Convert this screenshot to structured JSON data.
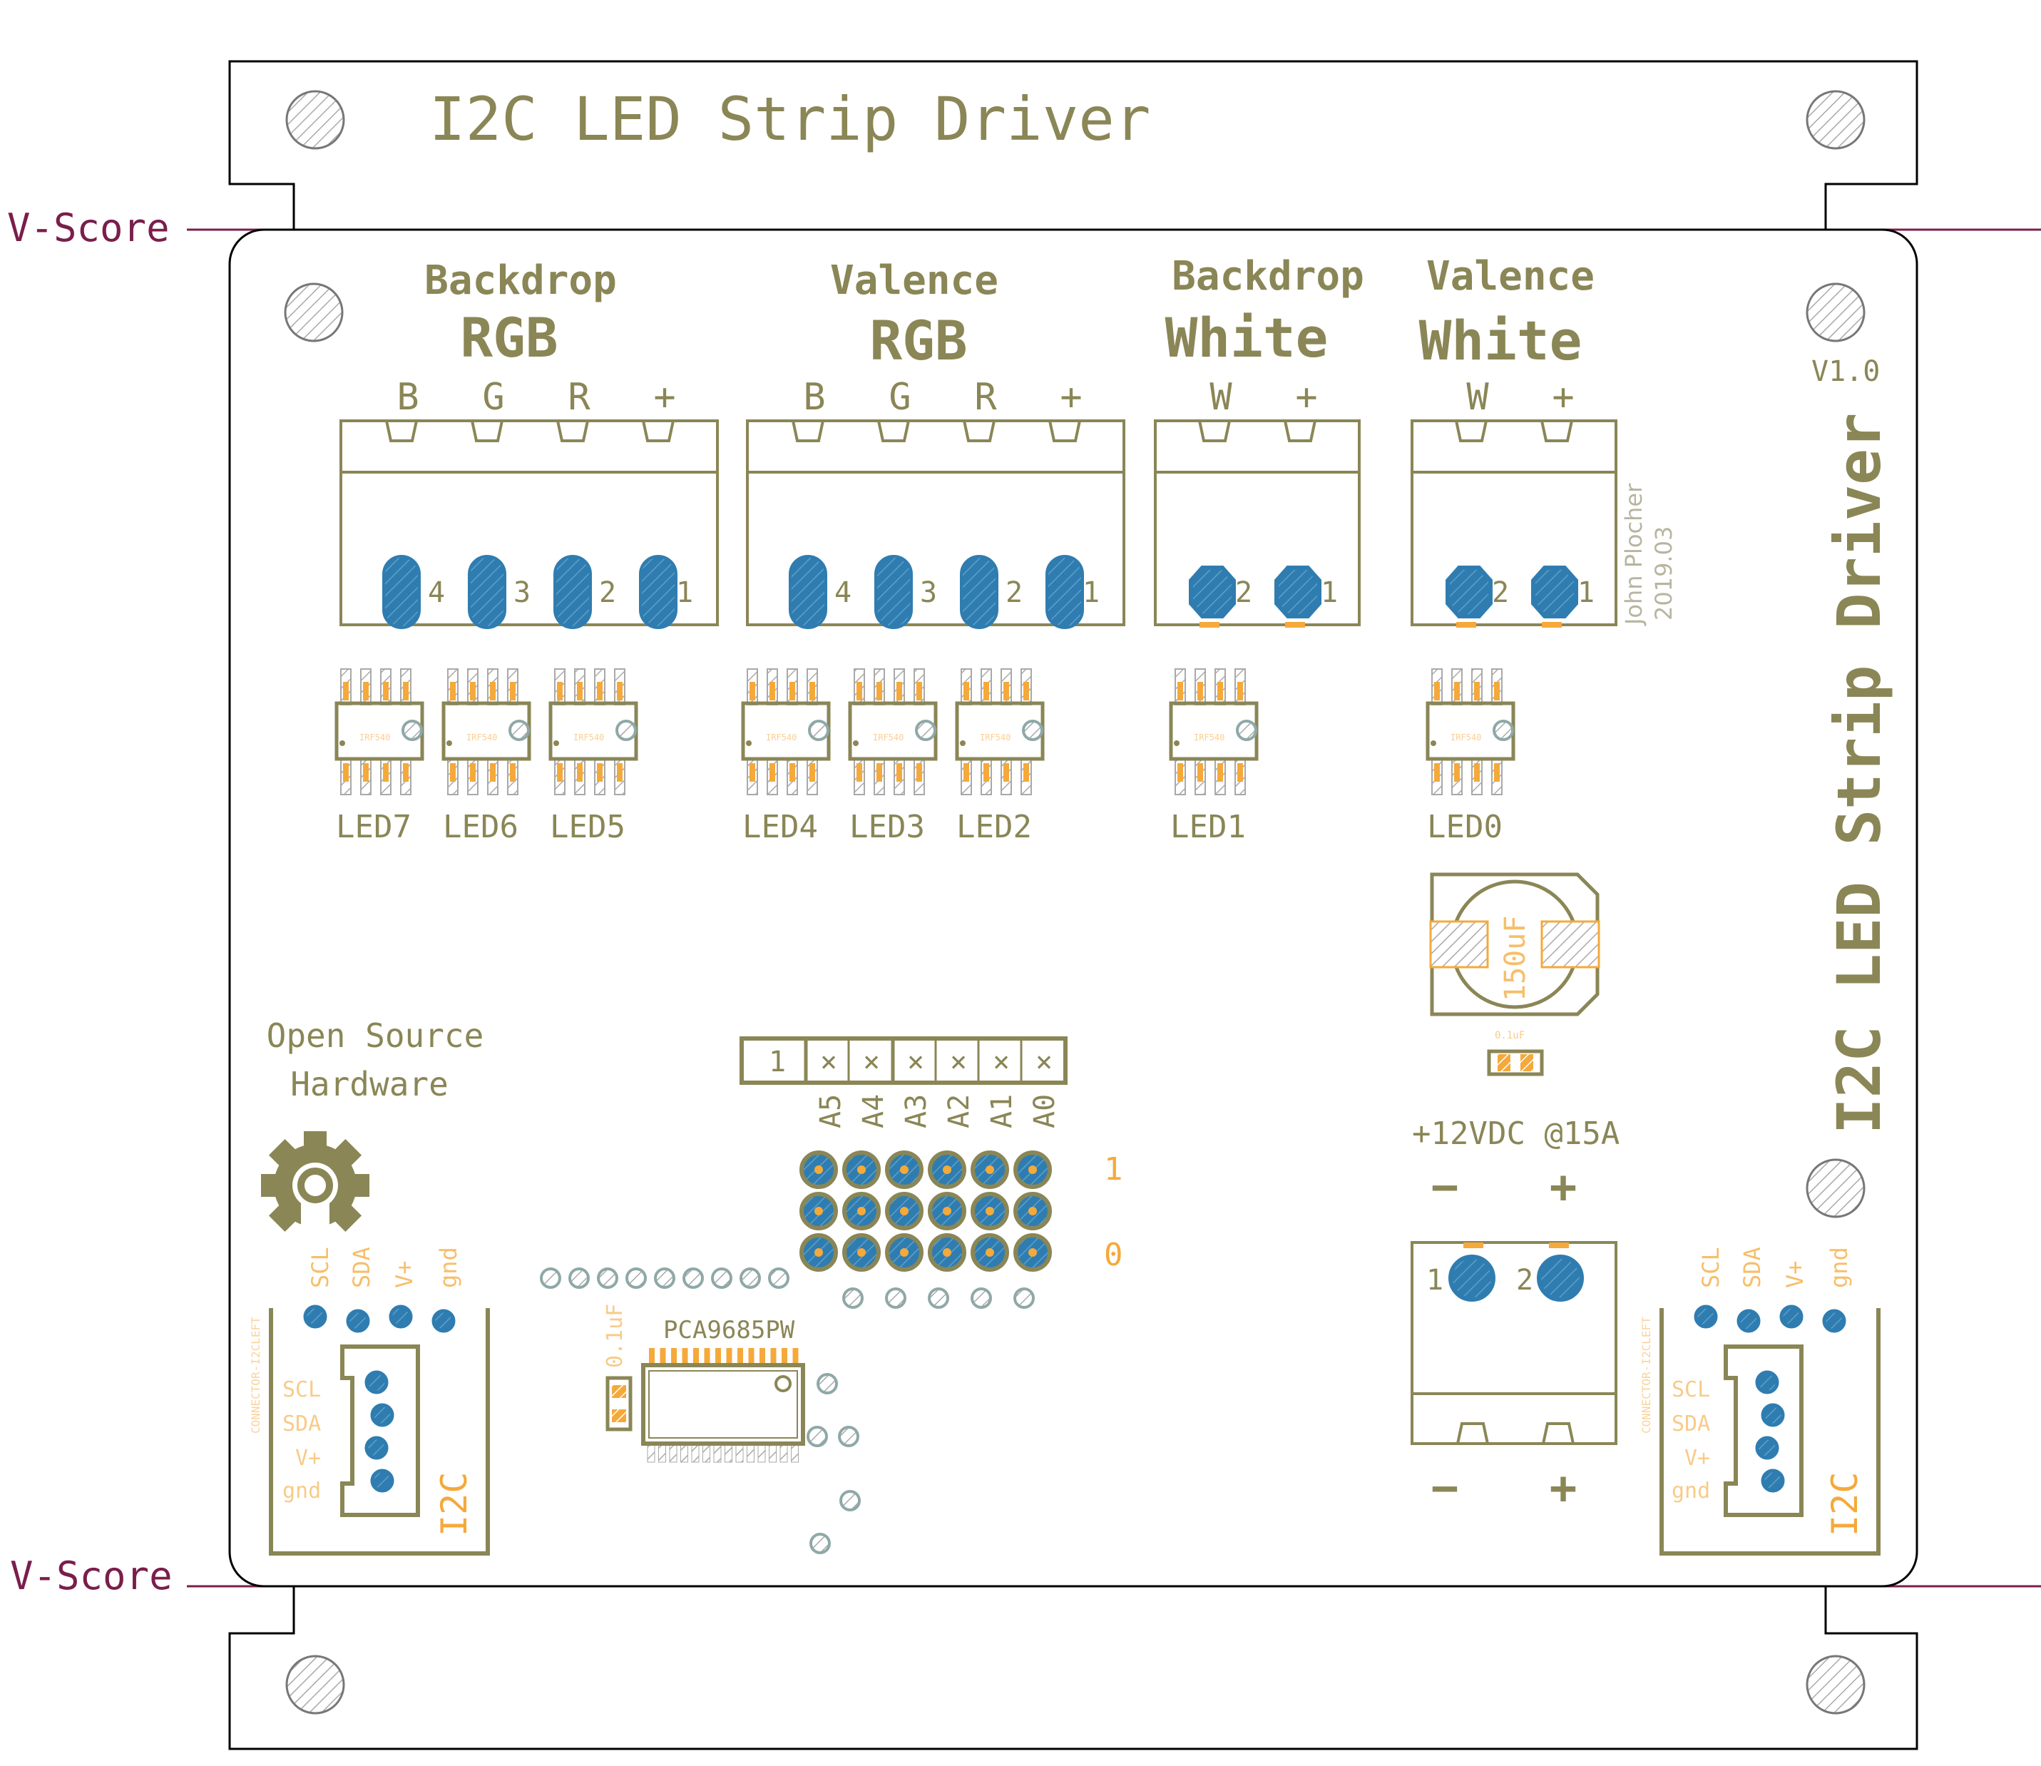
{
  "board": {
    "title": "I2C LED Strip Driver",
    "side_title": "I2C LED Strip Driver",
    "version": "V1.0",
    "author": "John Plocher",
    "date": "2019.03",
    "vscore_top": "V-Score",
    "vscore_bottom": "V-Score"
  },
  "groups": {
    "backdrop_rgb": {
      "line1": "Backdrop",
      "line2": "RGB",
      "pins": [
        "B",
        "G",
        "R",
        "+"
      ],
      "pad_nums": [
        "4",
        "3",
        "2",
        "1"
      ]
    },
    "valence_rgb": {
      "line1": "Valence",
      "line2": "RGB",
      "pins": [
        "B",
        "G",
        "R",
        "+"
      ],
      "pad_nums": [
        "4",
        "3",
        "2",
        "1"
      ]
    },
    "backdrop_white": {
      "line1": "Backdrop",
      "line2": "White",
      "pins": [
        "W",
        "+"
      ],
      "pad_nums": [
        "2",
        "1"
      ]
    },
    "valence_white": {
      "line1": "Valence",
      "line2": "White",
      "pins": [
        "W",
        "+"
      ],
      "pad_nums": [
        "2",
        "1"
      ]
    }
  },
  "mosfets": {
    "labels": [
      "LED7",
      "LED6",
      "LED5",
      "LED4",
      "LED3",
      "LED2",
      "LED1",
      "LED0"
    ],
    "part": "IRF540"
  },
  "capacitor": {
    "value": "150uF",
    "small_value": "0.1uF"
  },
  "oshw": {
    "line1": "Open Source",
    "line2": "Hardware"
  },
  "address": {
    "header_cells": [
      "1",
      "×",
      "×",
      "×",
      "×",
      "×",
      "×"
    ],
    "labels": [
      "A5",
      "A4",
      "A3",
      "A2",
      "A1",
      "A0"
    ],
    "row_one": "1",
    "row_zero": "0"
  },
  "chip": {
    "name": "PCA9685PW",
    "cap": "0.1uF"
  },
  "power": {
    "rating": "+12VDC @15A",
    "minus": "−",
    "plus": "+",
    "pad1": "1",
    "pad2": "2"
  },
  "i2c": {
    "top_pins": [
      "SCL",
      "SDA",
      "V+",
      "gnd"
    ],
    "side_pins": [
      "SCL",
      "SDA",
      "V+",
      "gnd"
    ],
    "label": "I2C",
    "connector_name": "CONNECTOR-I2CLEFT"
  }
}
